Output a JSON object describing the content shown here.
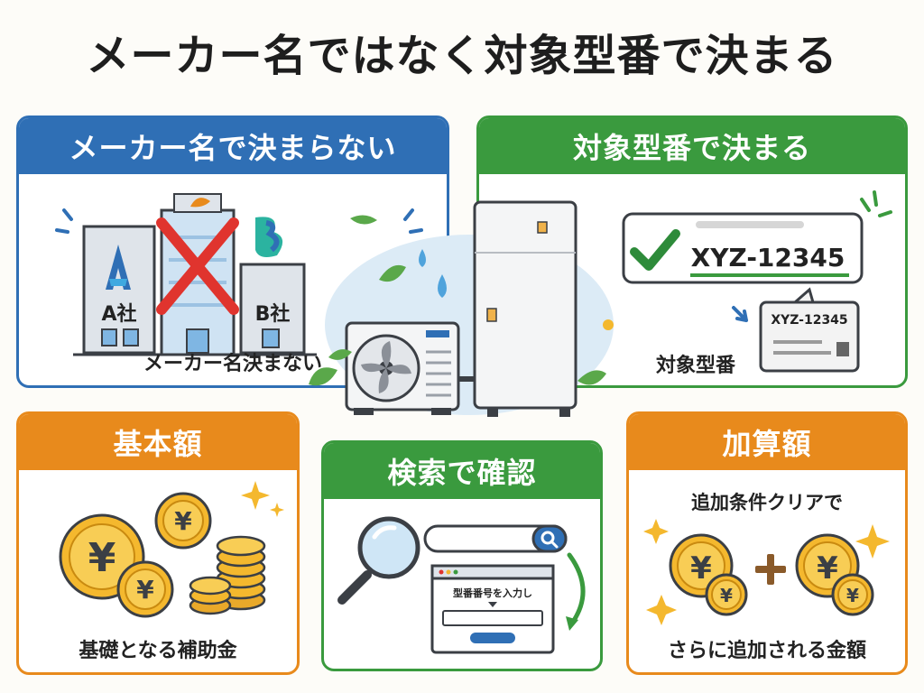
{
  "title": "メーカー名ではなく対象型番で決まる",
  "maker_panel": {
    "heading": "メーカー名で決まらない",
    "company_a": "A社",
    "company_b": "B社",
    "caption": "メーカー名決まない"
  },
  "model_panel": {
    "heading": "対象型番で決まる",
    "model_number": "XYZ-12345",
    "label_model_number": "XYZ-12345",
    "caption": "対象型番"
  },
  "base_panel": {
    "heading": "基本額",
    "caption": "基礎となる補助金"
  },
  "search_panel": {
    "heading": "検索で確認",
    "form_prompt": "型番番号を入力し"
  },
  "addon_panel": {
    "heading": "加算額",
    "subtitle": "追加条件クリアで",
    "caption": "さらに追加される金額"
  },
  "currency_symbol": "¥",
  "colors": {
    "blue": "#2f6fb5",
    "green": "#3a9a3e",
    "orange": "#e88a1c",
    "coin": "#f4b82e",
    "cross": "#e0342e"
  },
  "icons": [
    "company-a-logo-icon",
    "company-b-logo-icon",
    "cross-icon",
    "check-icon",
    "yen-coin-icon",
    "coin-stack-icon",
    "sparkle-icon",
    "plus-icon",
    "magnifier-icon",
    "search-icon",
    "curved-arrow-icon",
    "leaf-icon",
    "water-drop-icon",
    "heat-pump-unit-icon",
    "water-heater-tank-icon"
  ]
}
